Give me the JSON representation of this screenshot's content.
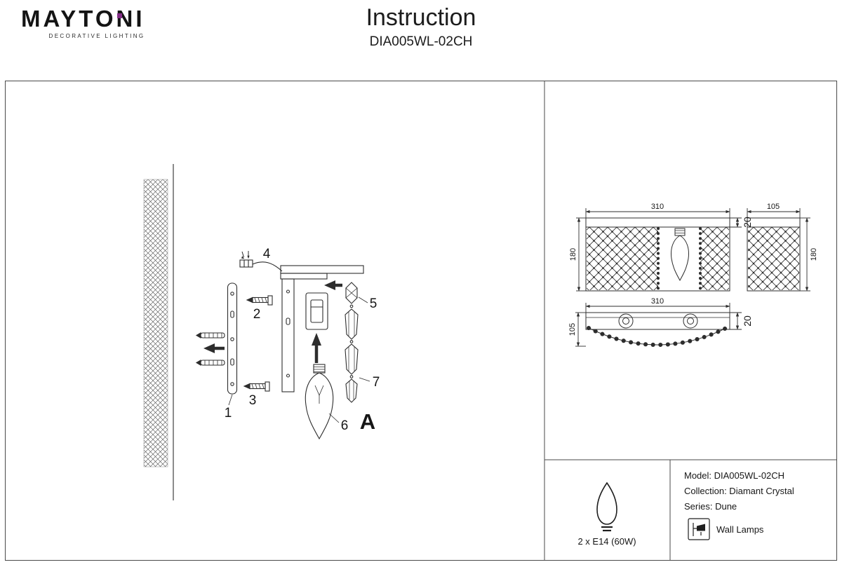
{
  "brand": {
    "name": "MAYTONI",
    "tagline": "DECORATIVE LIGHTING",
    "dot_color": "#832d86"
  },
  "header": {
    "title": "Instruction",
    "model": "DIA005WL-02CH"
  },
  "assembly": {
    "step1": "1",
    "step2": "2",
    "step3": "3",
    "step4": "4",
    "step5": "5",
    "step6": "6",
    "step7": "7",
    "detail": "A"
  },
  "dimensions": {
    "front_width": "310",
    "front_height": "180",
    "front_plate": "20",
    "side_width": "105",
    "side_height": "180",
    "top_width": "310",
    "top_depth": "105",
    "top_plate": "20"
  },
  "spec": {
    "bulb": "2 x E14 (60W)",
    "model": "Model: DIA005WL-02CH",
    "collection": "Collection: Diamant Crystal",
    "series": "Series: Dune",
    "category": "Wall Lamps"
  }
}
